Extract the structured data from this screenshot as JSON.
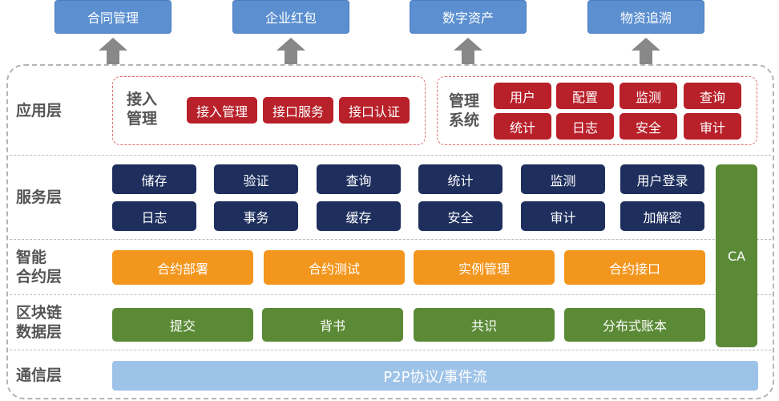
{
  "outputs": [
    "合同管理",
    "企业红包",
    "数字资产",
    "物资追溯"
  ],
  "layers": {
    "application": {
      "label": "应用层",
      "access_group": {
        "title": [
          "接入",
          "管理"
        ],
        "items": [
          "接入管理",
          "接口服务",
          "接口认证"
        ]
      },
      "mgmt_group": {
        "title": [
          "管理",
          "系统"
        ],
        "items": [
          "用户",
          "配置",
          "监测",
          "查询",
          "统计",
          "日志",
          "安全",
          "审计"
        ]
      }
    },
    "service": {
      "label": "服务层",
      "items": [
        "储存",
        "验证",
        "查询",
        "统计",
        "监测",
        "用户登录",
        "日志",
        "事务",
        "缓存",
        "安全",
        "审计",
        "加解密"
      ]
    },
    "contract": {
      "label": [
        "智能",
        "合约层"
      ],
      "items": [
        "合约部署",
        "合约测试",
        "实例管理",
        "合约接口"
      ]
    },
    "blockchain": {
      "label": [
        "区块链",
        "数据层"
      ],
      "items": [
        "提交",
        "背书",
        "共识",
        "分布式账本"
      ]
    },
    "communication": {
      "label": "通信层",
      "bar": "P2P协议/事件流"
    }
  },
  "ca": "CA",
  "colors": {
    "output_blue": "#5b8fd0",
    "arrow_gray": "#888888",
    "red": "#b8202a",
    "navy": "#1e2f5e",
    "orange": "#f3961e",
    "green": "#5b8a36",
    "comm_blue": "#9ec3e8"
  }
}
